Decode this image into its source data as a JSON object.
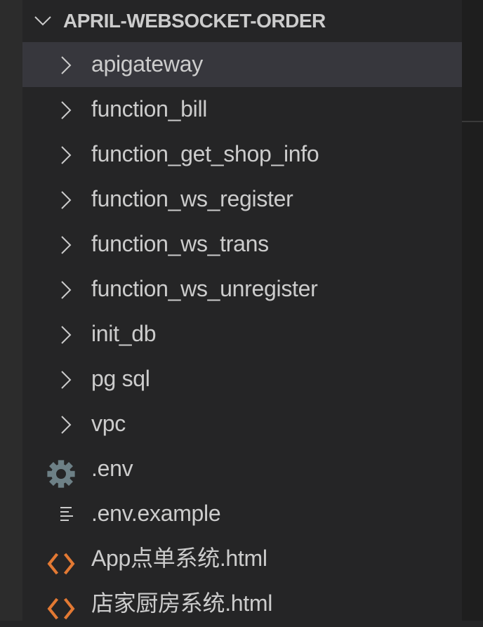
{
  "explorer": {
    "root": {
      "label": "APRIL-WEBSOCKET-ORDER",
      "expanded": true
    },
    "items": [
      {
        "label": "apigateway",
        "type": "folder",
        "icon": "chevron-right-icon",
        "selected": true
      },
      {
        "label": "function_bill",
        "type": "folder",
        "icon": "chevron-right-icon"
      },
      {
        "label": "function_get_shop_info",
        "type": "folder",
        "icon": "chevron-right-icon"
      },
      {
        "label": "function_ws_register",
        "type": "folder",
        "icon": "chevron-right-icon"
      },
      {
        "label": "function_ws_trans",
        "type": "folder",
        "icon": "chevron-right-icon"
      },
      {
        "label": "function_ws_unregister",
        "type": "folder",
        "icon": "chevron-right-icon"
      },
      {
        "label": "init_db",
        "type": "folder",
        "icon": "chevron-right-icon"
      },
      {
        "label": "pg sql",
        "type": "folder",
        "icon": "chevron-right-icon"
      },
      {
        "label": "vpc",
        "type": "folder",
        "icon": "chevron-right-icon"
      },
      {
        "label": ".env",
        "type": "file",
        "icon": "gear-icon"
      },
      {
        "label": ".env.example",
        "type": "file",
        "icon": "text-lines-icon"
      },
      {
        "label": "App点单系统.html",
        "type": "file",
        "icon": "html-code-icon"
      },
      {
        "label": "店家厨房系统.html",
        "type": "file",
        "icon": "html-code-icon"
      }
    ]
  },
  "colors": {
    "background": "#252526",
    "selected": "#37373d",
    "html_icon": "#e37933",
    "gear_icon": "#6d8086",
    "text": "#cccccc"
  }
}
